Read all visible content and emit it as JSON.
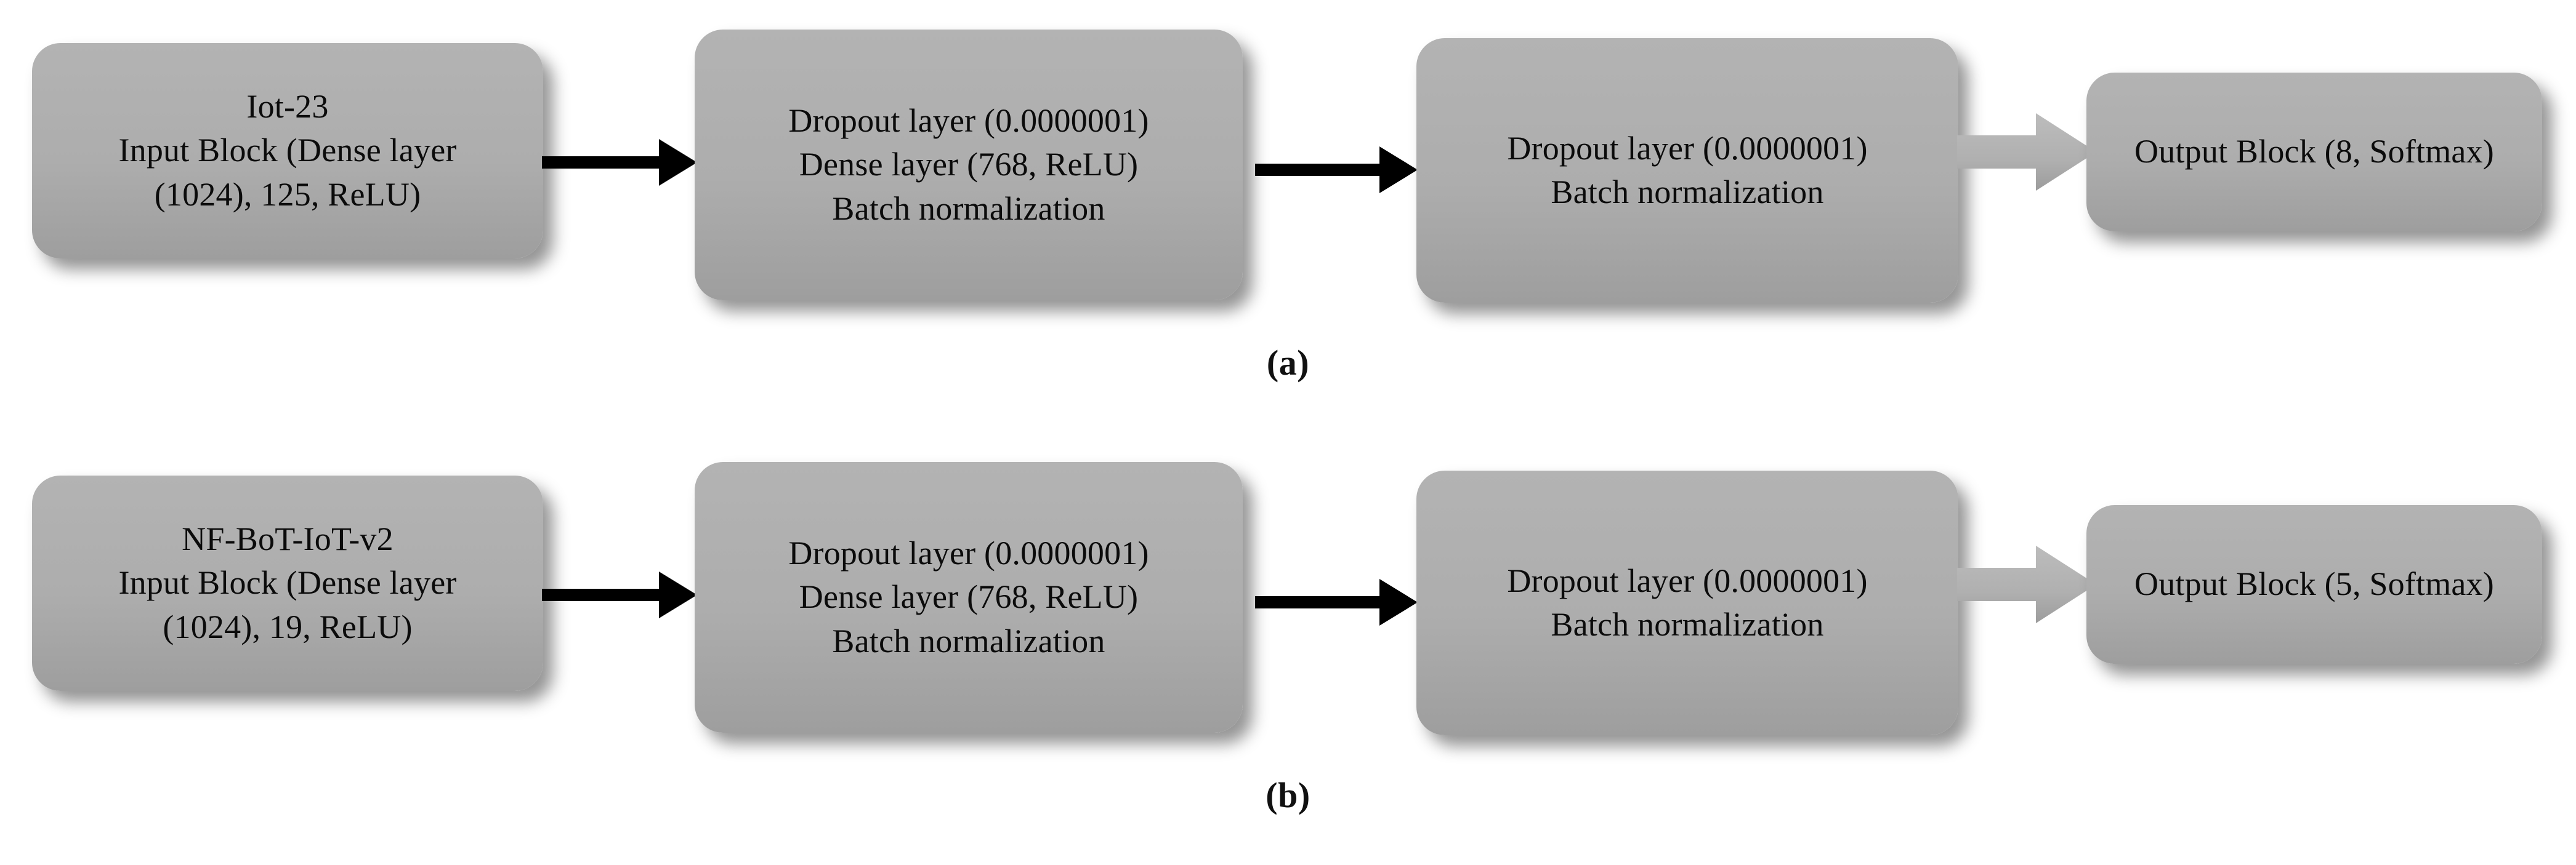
{
  "figure": {
    "rows": [
      {
        "id": "a",
        "caption": "(a)",
        "nodes": [
          {
            "name": "input-block",
            "lines": [
              "Iot-23",
              "Input Block (Dense layer",
              "(1024), 125, ReLU)"
            ]
          },
          {
            "name": "hidden-block-1",
            "lines": [
              "Dropout layer (0.0000001)",
              "Dense layer (768, ReLU)",
              "Batch normalization"
            ]
          },
          {
            "name": "hidden-block-2",
            "lines": [
              "Dropout layer (0.0000001)",
              "Batch normalization"
            ]
          },
          {
            "name": "output-block",
            "lines": [
              "Output Block (8, Softmax)"
            ]
          }
        ],
        "connectors": [
          {
            "name": "arrow-1",
            "style": "black"
          },
          {
            "name": "arrow-2",
            "style": "black"
          },
          {
            "name": "arrow-3",
            "style": "gray-block"
          }
        ]
      },
      {
        "id": "b",
        "caption": "(b)",
        "nodes": [
          {
            "name": "input-block",
            "lines": [
              "NF-BoT-IoT-v2",
              "Input Block (Dense layer",
              "(1024), 19, ReLU)"
            ]
          },
          {
            "name": "hidden-block-1",
            "lines": [
              "Dropout layer (0.0000001)",
              "Dense layer (768, ReLU)",
              "Batch normalization"
            ]
          },
          {
            "name": "hidden-block-2",
            "lines": [
              "Dropout layer (0.0000001)",
              "Batch normalization"
            ]
          },
          {
            "name": "output-block",
            "lines": [
              "Output Block (5, Softmax)"
            ]
          }
        ],
        "connectors": [
          {
            "name": "arrow-1",
            "style": "black"
          },
          {
            "name": "arrow-2",
            "style": "black"
          },
          {
            "name": "arrow-3",
            "style": "gray-block"
          }
        ]
      }
    ]
  },
  "colors": {
    "background": "#ffffff",
    "node_fill": "#adadad",
    "node_fill_top": "#b3b3b3",
    "node_fill_bottom": "#9e9e9e",
    "text": "#0b0b0b",
    "arrow_black": "#000000",
    "arrow_gray": "#b0b0b0",
    "shadow": "rgba(0,0,0,0.42)"
  }
}
